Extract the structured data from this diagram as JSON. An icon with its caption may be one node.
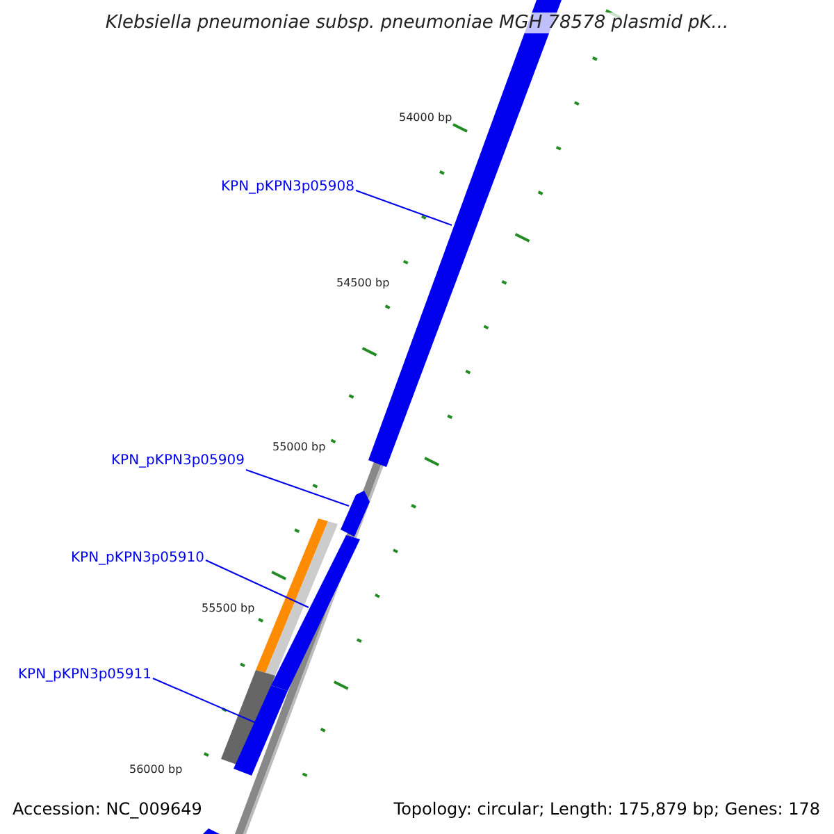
{
  "diagram": {
    "title": "Klebsiella pneumoniae subsp. pneumoniae MGH 78578 plasmid pK...",
    "nodes": [
      {
        "text": [
          "KPN_pKPN3p05908"
        ]
      },
      {
        "text": [],
        "shape": "bar"
      },
      {
        "text": [
          "KPN_pKPN3p05909"
        ]
      },
      {
        "text": [],
        "shape": "bar"
      },
      {
        "text": [
          "KPN_pKPN3p05910"
        ]
      },
      {
        "text": [],
        "shape": "bar"
      },
      {
        "text": [
          "KPN_pKPN3p05911"
        ]
      },
      {
        "text": [],
        "shape": "bar"
      }
    ],
    "edges": [
      {
        "from": 0,
        "to": 1,
        "arrow": "none"
      },
      {
        "from": 2,
        "to": 3,
        "arrow": "none"
      },
      {
        "from": 4,
        "to": 5,
        "arrow": "none"
      },
      {
        "from": 6,
        "to": 7,
        "arrow": "none"
      }
    ],
    "labels": [
      "54000 bp",
      "54500 bp",
      "55000 bp",
      "55500 bp",
      "56000 bp",
      "Accession: NC_009649",
      "Topology: circular; Length: 175,879 bp; Genes: 178"
    ]
  }
}
